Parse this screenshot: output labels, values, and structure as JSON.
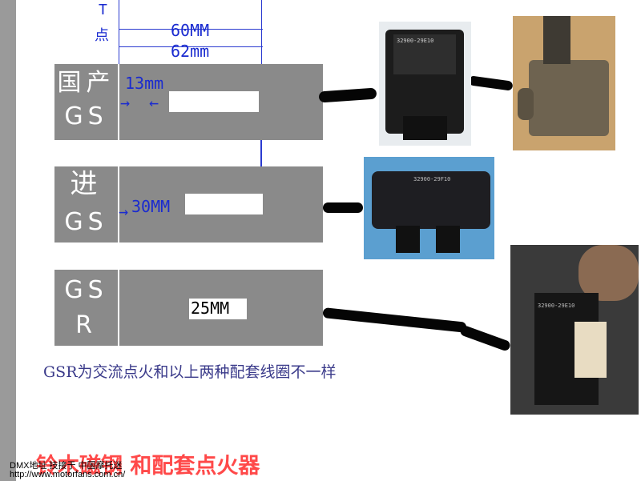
{
  "ruler": {
    "t_mark": "T",
    "dian_mark": "点",
    "meas1": "60MM",
    "meas2": "62mm"
  },
  "rows": [
    {
      "label_top": "国产",
      "label_bottom": "GS",
      "measure": "13mm"
    },
    {
      "label_top": "进",
      "label_bottom": "GS",
      "measure": "30MM"
    },
    {
      "label_top": "GS",
      "label_bottom": "R",
      "measure": "25MM"
    }
  ],
  "caption": "GSR为交流点火和以上两种配套线圈不一样",
  "title": "铃木磁钢 和配套点火器",
  "watermark_line1": "DMX地址 技接于 中国摩托迷",
  "watermark_line2": "http://www.motorfans.com.cn/",
  "photos": {
    "p1_code": "32900-29E10",
    "p2_code": "32900-29F10",
    "p4_code": "32900-29E10"
  },
  "colors": {
    "panel": "#8a8a8a",
    "ink": "#1a2bd0",
    "title": "#ff2a2a"
  }
}
